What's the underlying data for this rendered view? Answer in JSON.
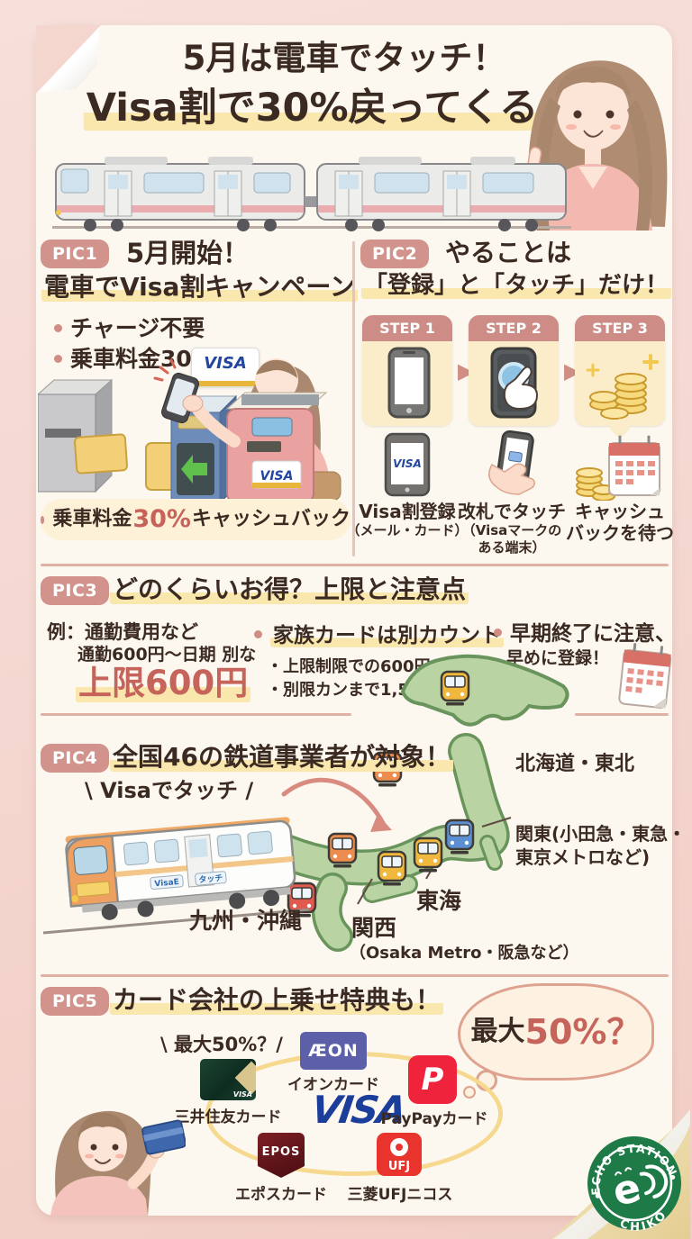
{
  "header": {
    "title_line1": "5月は電車でタッチ！",
    "title_line2": "Visa割で30%戻ってくる！"
  },
  "pic1": {
    "badge": "PIC1",
    "title_line1": "5月開始！",
    "title_line2": "電車でVisa割キャンペーン",
    "bullet1": "チャージ不要",
    "bullet2": "乗車料金30%",
    "visa_card": "VISA",
    "gate_visa": "VISA",
    "footer_pre": "乗車料金",
    "footer_accent": "30%",
    "footer_post": "キャッシュバック"
  },
  "pic2": {
    "badge": "PIC2",
    "title_line1": "やることは",
    "title_line2": "「登録」と「タッチ」だけ！",
    "steps": [
      {
        "label": "STEP 1",
        "caption": [
          "Visa割登録",
          "（メール・カード）"
        ]
      },
      {
        "label": "STEP 2",
        "caption": [
          "改札でタッチ",
          "（Visaマークの",
          "ある端末）"
        ]
      },
      {
        "label": "STEP 3",
        "caption": [
          "キャッシュ",
          "バックを待つ"
        ]
      }
    ],
    "phone_screen": "VISA"
  },
  "pic3": {
    "badge": "PIC3",
    "title": "どのくらいお得？上限と注意点",
    "example_line1": "例：通勤費用など",
    "example_line2": "通勤600円～日期 別な",
    "limit": "上限600円",
    "family_title": "家族カードは別カウント",
    "family_bullets": [
      "・上限制限での600円",
      "・別限カンまで1,500円"
    ],
    "caution_line1": "早期終了に注意、",
    "caution_line2": "早めに登録！"
  },
  "pic4": {
    "badge": "PIC4",
    "title": "全国46の鉄道事業者が対象！",
    "tag": "\\ Visaでタッチ /",
    "train_side1": "VisaE",
    "train_side2": "タッチ",
    "regions": {
      "hokkaido": "北海道・東北",
      "kanto_line1": "関東(小田急・東急・",
      "kanto_line2": "東京メトロなど)",
      "tokai": "東海",
      "kansai": "関西",
      "kansai_sub": "（Osaka Metro・阪急など）",
      "kyushu": "九州・沖縄"
    }
  },
  "pic5": {
    "badge": "PIC5",
    "title": "カード会社の上乗せ特典も！",
    "tag": "\\ 最大50%？/",
    "bubble_pre": "最大",
    "bubble_accent": "50%？",
    "aeon_logo": "ÆON",
    "aeon_label": "イオンカード",
    "smbc_label": "三井住友カード",
    "smbc_mini": "VISA",
    "visa_wordmark": "VISA",
    "paypay_logo": "P",
    "paypay_label": "PayPayカード",
    "epos_logo": "EPOS",
    "epos_label": "エポスカード",
    "ufj_logo": "UFJ",
    "ufj_label": "三菱UFJニコス"
  },
  "stamp": {
    "arc_top": "ECHO STATION",
    "arc_bottom": "CHIKO",
    "mascot": "e"
  },
  "colors": {
    "accent": "#c6635a",
    "badge": "#d1938b",
    "highlight": "#f9e7ad",
    "visa_blue": "#1b3e9b",
    "map_green": "#b9d4a2"
  }
}
